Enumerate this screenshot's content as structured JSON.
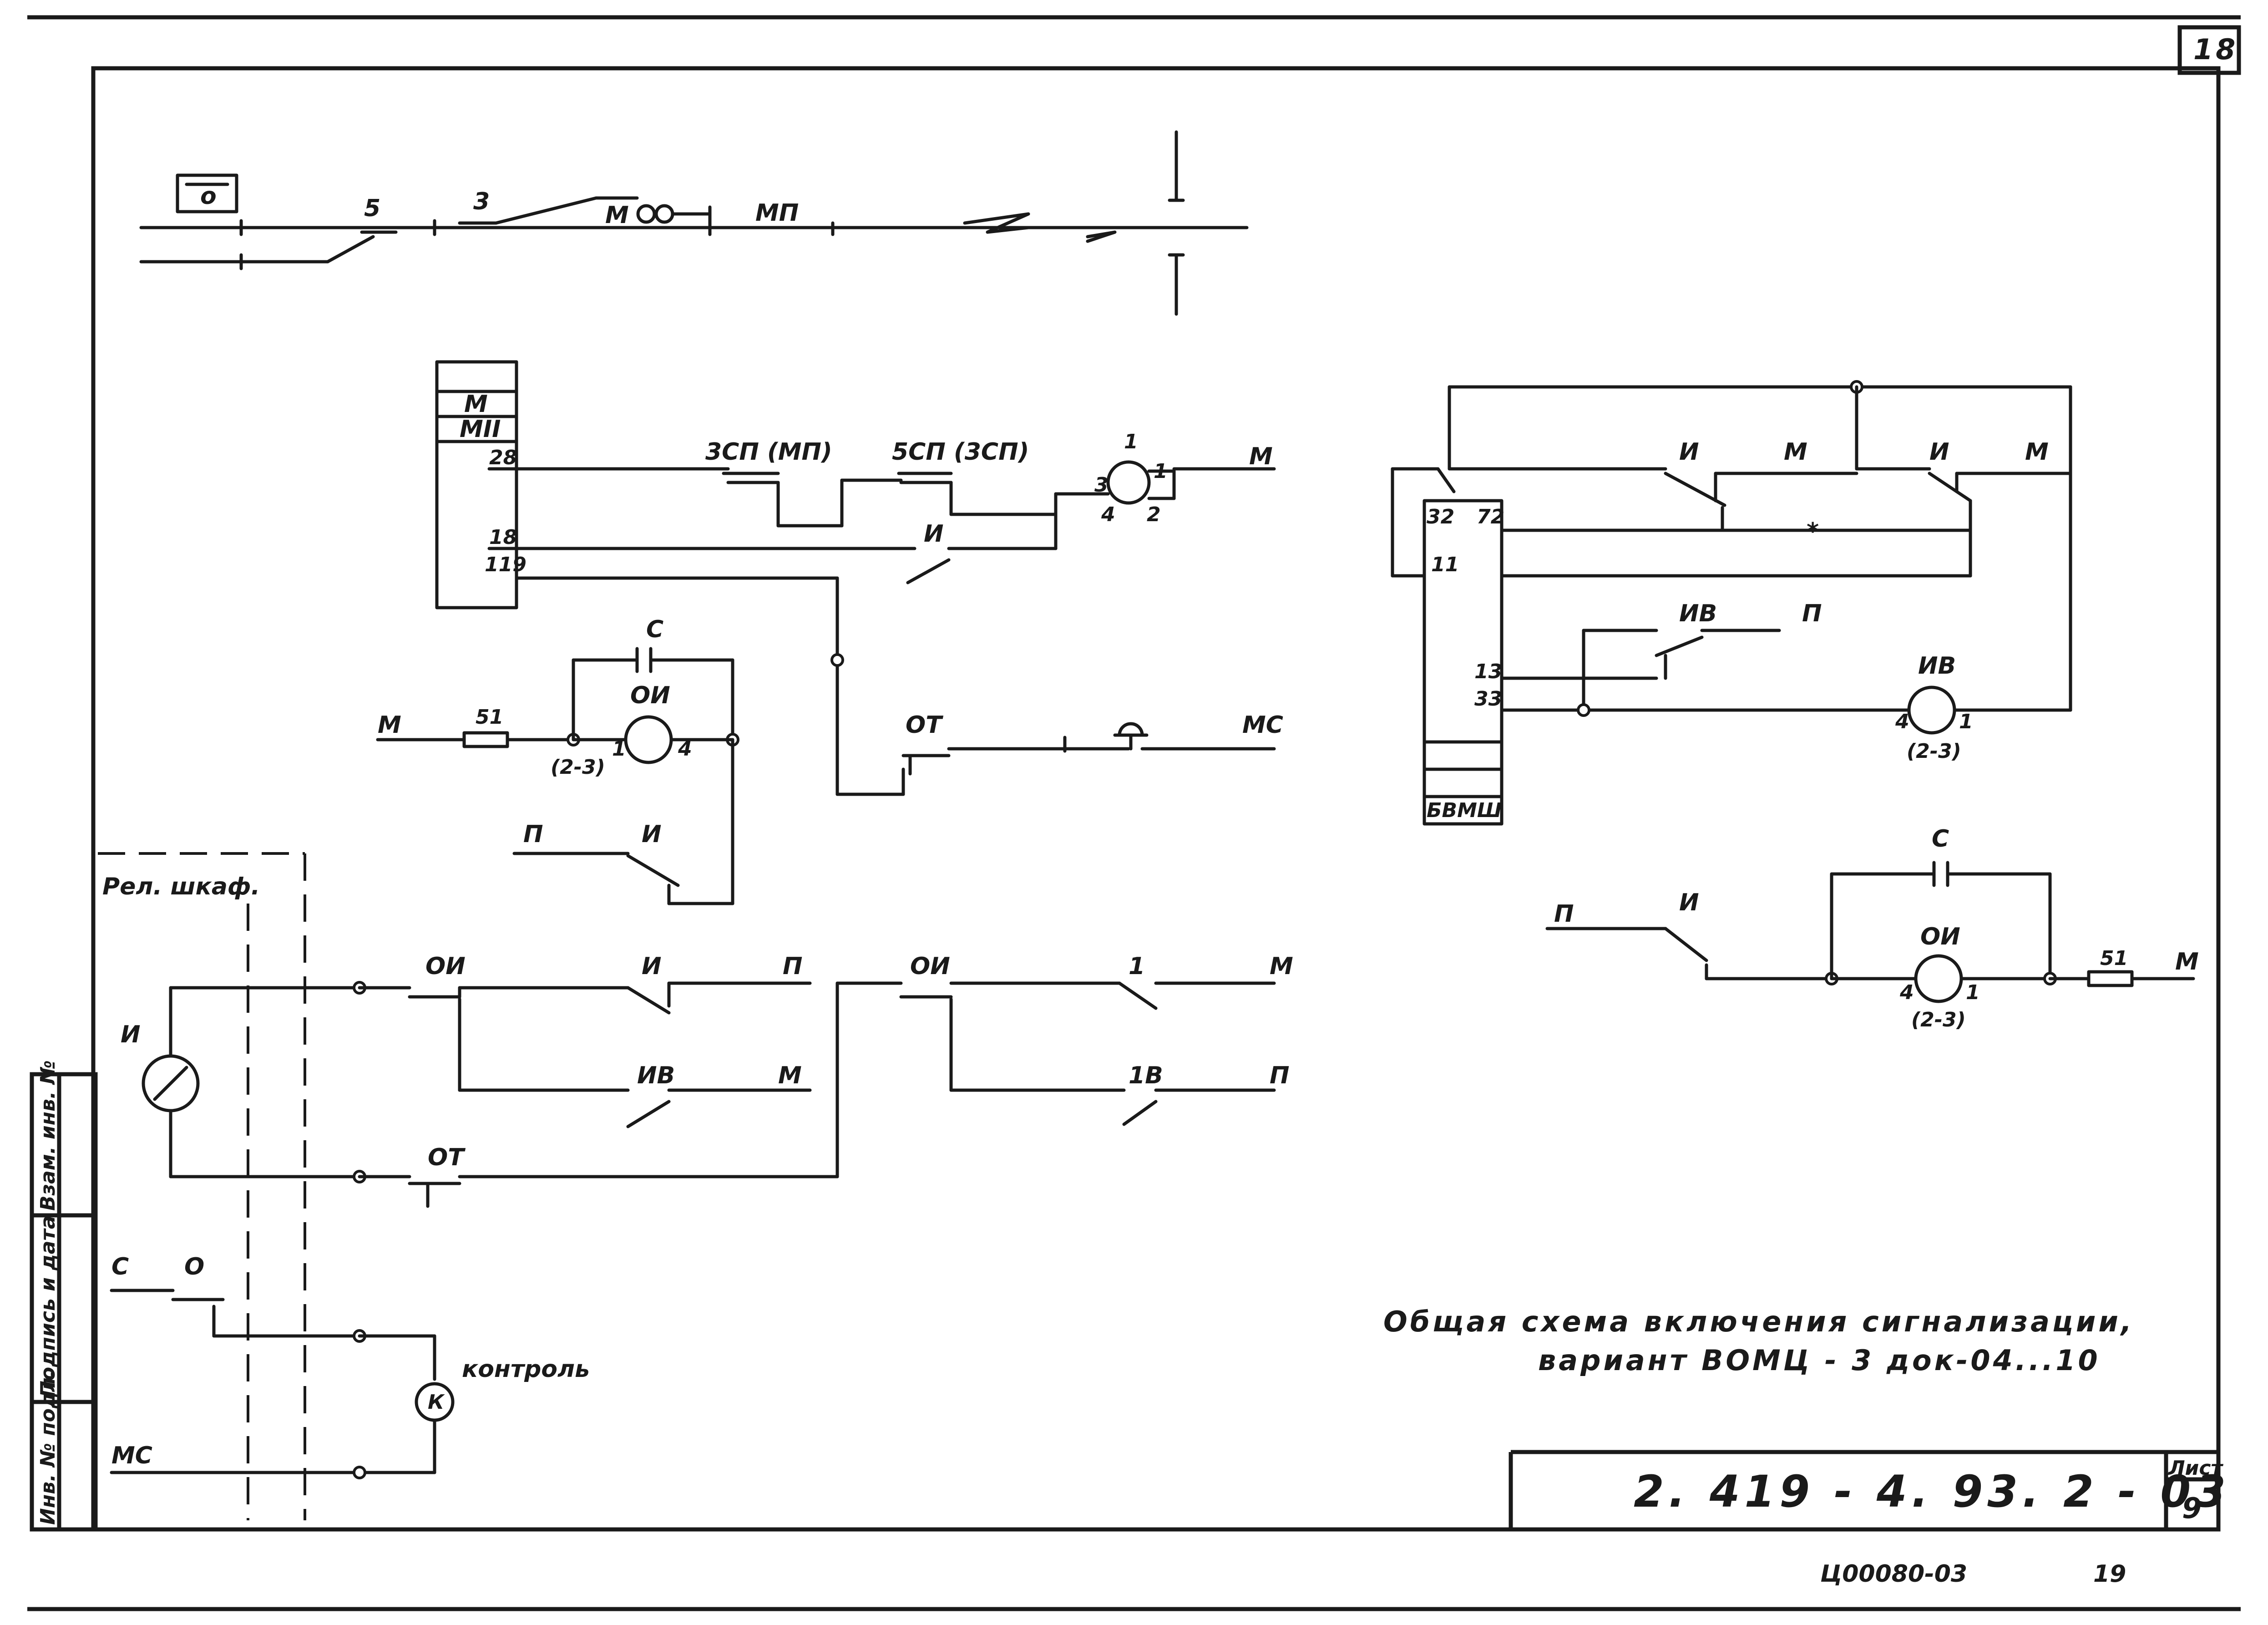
{
  "sheet": {
    "page_top": "18",
    "title_line1": "Общая схема включения сигнализации,",
    "title_line2": "вариант   ВОМЦ - 3  док-04...10",
    "doc_code": "2. 419 - 4. 93. 2 - 03",
    "sheet_label": "Лист",
    "sheet_number": "9",
    "archive_code": "Ц00080-03",
    "archive_page": "19",
    "margin_stamp": [
      "Инв. № подл.",
      "Подпись и дата",
      "Взам. инв. №"
    ]
  },
  "track": {
    "signal": "o",
    "labels": [
      "5",
      "3",
      "М",
      "МП"
    ]
  },
  "relay_block_left": {
    "rows": [
      "М",
      "МII"
    ],
    "terminals": [
      "28",
      "18",
      "119"
    ]
  },
  "relay_block_right": {
    "terminals": [
      "32",
      "72",
      "11",
      "13",
      "33"
    ],
    "name": "БВМШ"
  },
  "circuit_labels": {
    "zsp": "3СП (МП)",
    "psp": "5СП (3СП)",
    "m_right": "М",
    "i_contact": "И",
    "pin1": "1",
    "pin2": "2",
    "pin3": "3",
    "pin4": "4",
    "m_left": "М",
    "resistor_51": "51",
    "cap_c": "С",
    "oi": "ОИ",
    "pins_2_3": "(2-3)",
    "ot": "ОТ",
    "mc": "МС",
    "p": "П",
    "rel_shkaf": "Рел. шкаф.",
    "i_lamp": "И",
    "iv": "ИВ",
    "one_contact": "1",
    "iv_contact": "1В",
    "c_switch": "С",
    "o_switch": "О",
    "kontrol": "контроль",
    "k": "К",
    "mc_bottom": "МС",
    "star": "*"
  }
}
